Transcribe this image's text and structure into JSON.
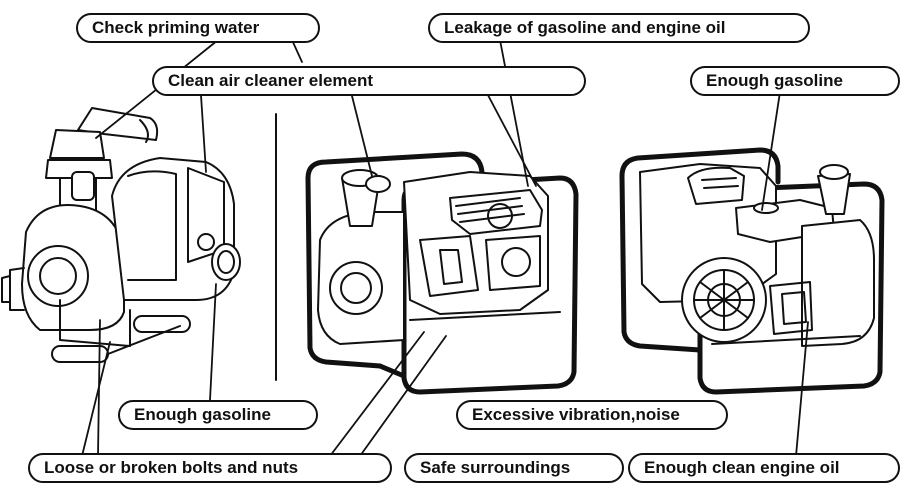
{
  "labels": {
    "check_priming_water": "Check priming water",
    "leakage": "Leakage of gasoline and engine oil",
    "clean_air_cleaner": "Clean air cleaner element",
    "enough_gasoline_right": "Enough gasoline",
    "enough_gasoline_left": "Enough gasoline",
    "excessive_vibration": "Excessive vibration,noise",
    "loose_bolts": "Loose or broken bolts and nuts",
    "safe_surroundings": "Safe surroundings",
    "enough_oil": "Enough clean engine oil"
  }
}
